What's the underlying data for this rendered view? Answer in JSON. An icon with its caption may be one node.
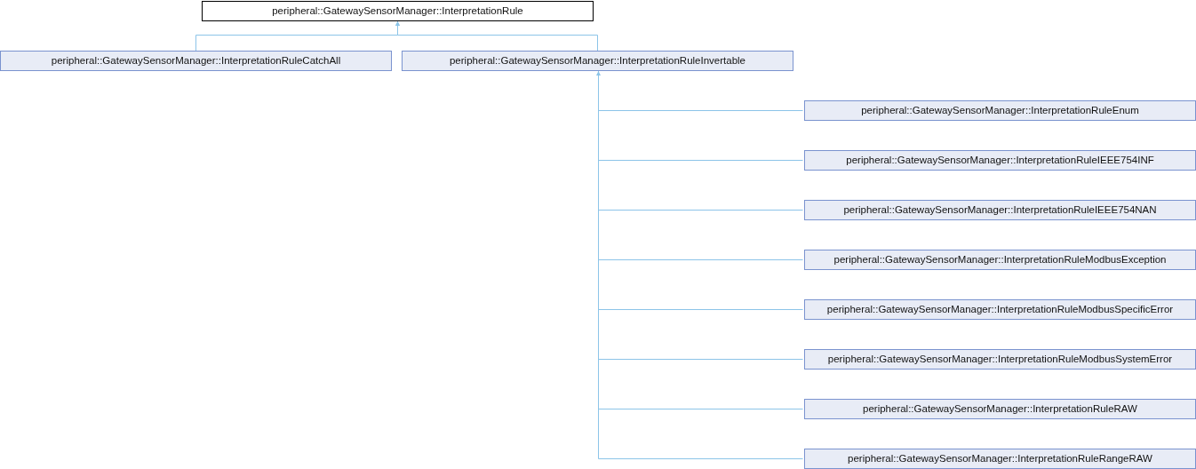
{
  "diagram": {
    "nodes": [
      {
        "text": [
          "peripheral::GatewaySensorManager::InterpretationRule"
        ]
      },
      {
        "text": [
          "peripheral::GatewaySensorManager::InterpretationRuleCatchAll"
        ]
      },
      {
        "text": [
          "peripheral::GatewaySensorManager::InterpretationRuleInvertable"
        ]
      },
      {
        "text": [
          "peripheral::GatewaySensorManager::InterpretationRuleEnum"
        ]
      },
      {
        "text": [
          "peripheral::GatewaySensorManager::InterpretationRuleIEEE754INF"
        ]
      },
      {
        "text": [
          "peripheral::GatewaySensorManager::InterpretationRuleIEEE754NAN"
        ]
      },
      {
        "text": [
          "peripheral::GatewaySensorManager::InterpretationRuleModbusException"
        ]
      },
      {
        "text": [
          "peripheral::GatewaySensorManager::InterpretationRuleModbusSpecificError"
        ]
      },
      {
        "text": [
          "peripheral::GatewaySensorManager::InterpretationRuleModbusSystemError"
        ]
      },
      {
        "text": [
          "peripheral::GatewaySensorManager::InterpretationRuleRAW"
        ]
      },
      {
        "text": [
          "peripheral::GatewaySensorManager::InterpretationRuleRangeRAW"
        ]
      }
    ],
    "edges": [
      {
        "from": 1,
        "to": 0,
        "arrow": "to"
      },
      {
        "from": 2,
        "to": 0,
        "arrow": "to"
      },
      {
        "from": 3,
        "to": 2,
        "arrow": "to"
      },
      {
        "from": 4,
        "to": 2,
        "arrow": "to"
      },
      {
        "from": 5,
        "to": 2,
        "arrow": "to"
      },
      {
        "from": 6,
        "to": 2,
        "arrow": "to"
      },
      {
        "from": 7,
        "to": 2,
        "arrow": "to"
      },
      {
        "from": 8,
        "to": 2,
        "arrow": "to"
      },
      {
        "from": 9,
        "to": 2,
        "arrow": "to"
      },
      {
        "from": 10,
        "to": 2,
        "arrow": "to"
      }
    ]
  }
}
